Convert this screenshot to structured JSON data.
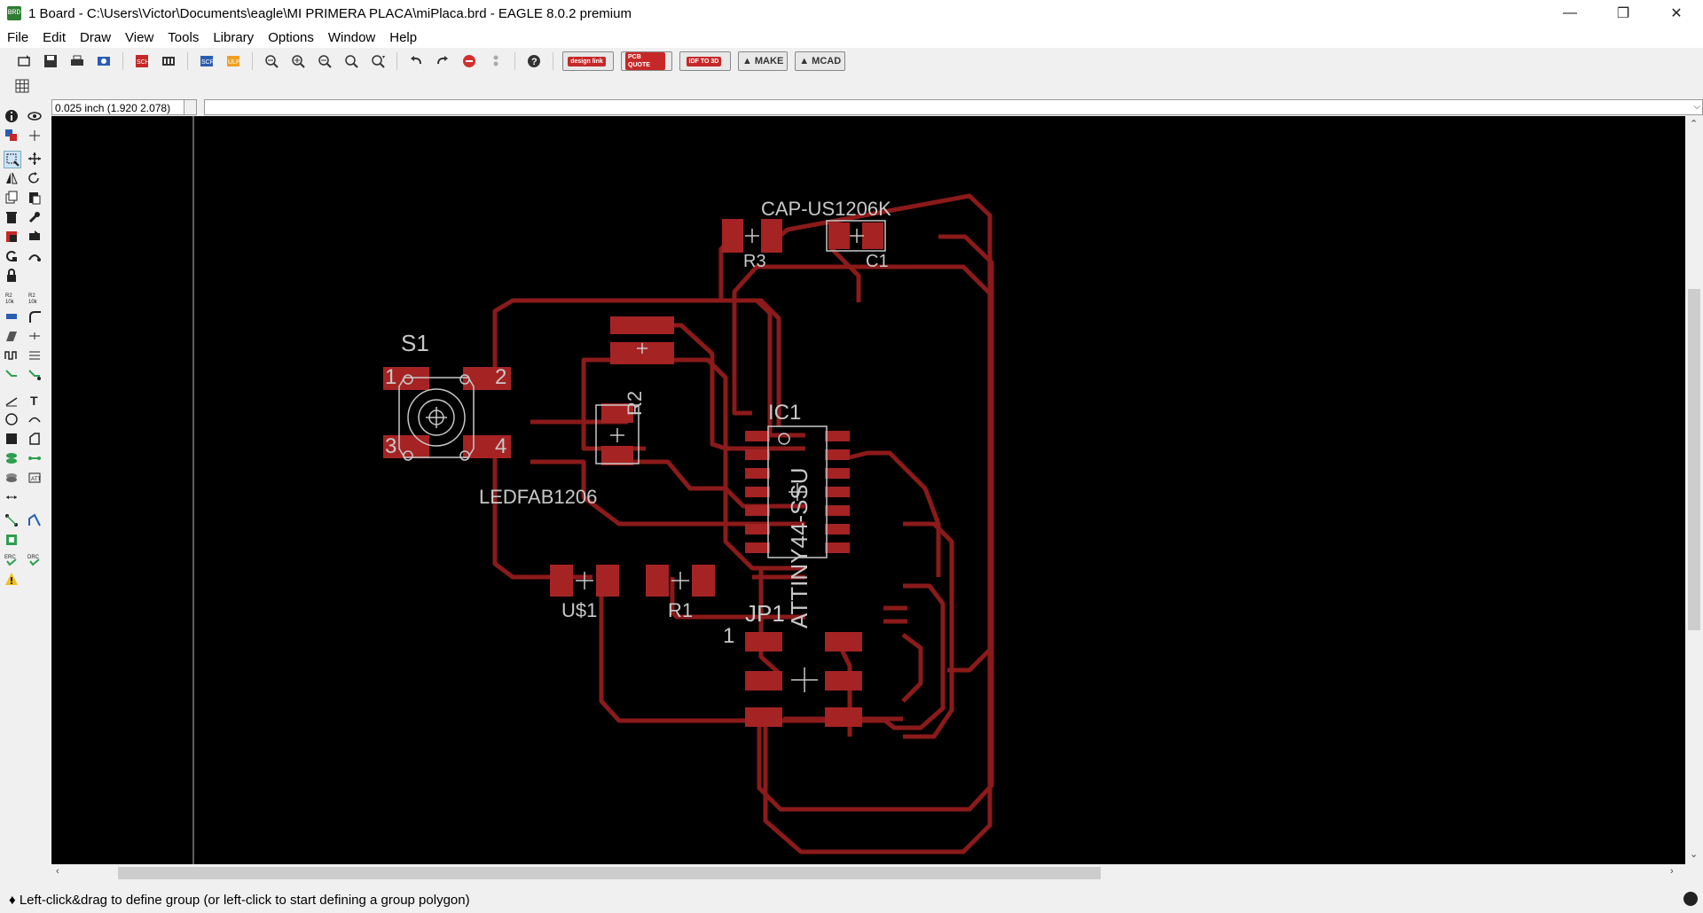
{
  "window": {
    "title": "1 Board - C:\\Users\\Victor\\Documents\\eagle\\MI PRIMERA PLACA\\miPlaca.brd - EAGLE 8.0.2 premium",
    "minimize": "—",
    "maximize": "❐",
    "close": "✕"
  },
  "menu": {
    "items": [
      "File",
      "Edit",
      "Draw",
      "View",
      "Tools",
      "Library",
      "Options",
      "Window",
      "Help"
    ]
  },
  "toolbar": {
    "design_link": "design link",
    "pcb_quote": "PCB QUOTE",
    "idf_to_3d": "IDF TO 3D",
    "make": "MAKE",
    "mcad": "MCAD"
  },
  "coords": {
    "value": "0.025 inch (1.920 2.078)"
  },
  "board": {
    "parts": {
      "cap_value": "CAP-US1206K",
      "r3": "R3",
      "c1": "C1",
      "s1": "S1",
      "r2": "R2",
      "ic1": "IC1",
      "ic_value": "ATTINY44-SSU",
      "led_value": "LEDFAB1206",
      "us1": "U$1",
      "r1": "R1",
      "jp1": "JP1",
      "pin1": "1",
      "s1_pin1": "1",
      "s1_pin2": "2",
      "s1_pin3": "3",
      "s1_pin4": "4"
    },
    "colors": {
      "trace": "#8b1a1a",
      "pad": "#a52323",
      "silk": "#c8c8c8",
      "background": "#000000"
    }
  },
  "status": {
    "message": "♦ Left-click&drag to define group (or left-click to start defining a group polygon)"
  }
}
